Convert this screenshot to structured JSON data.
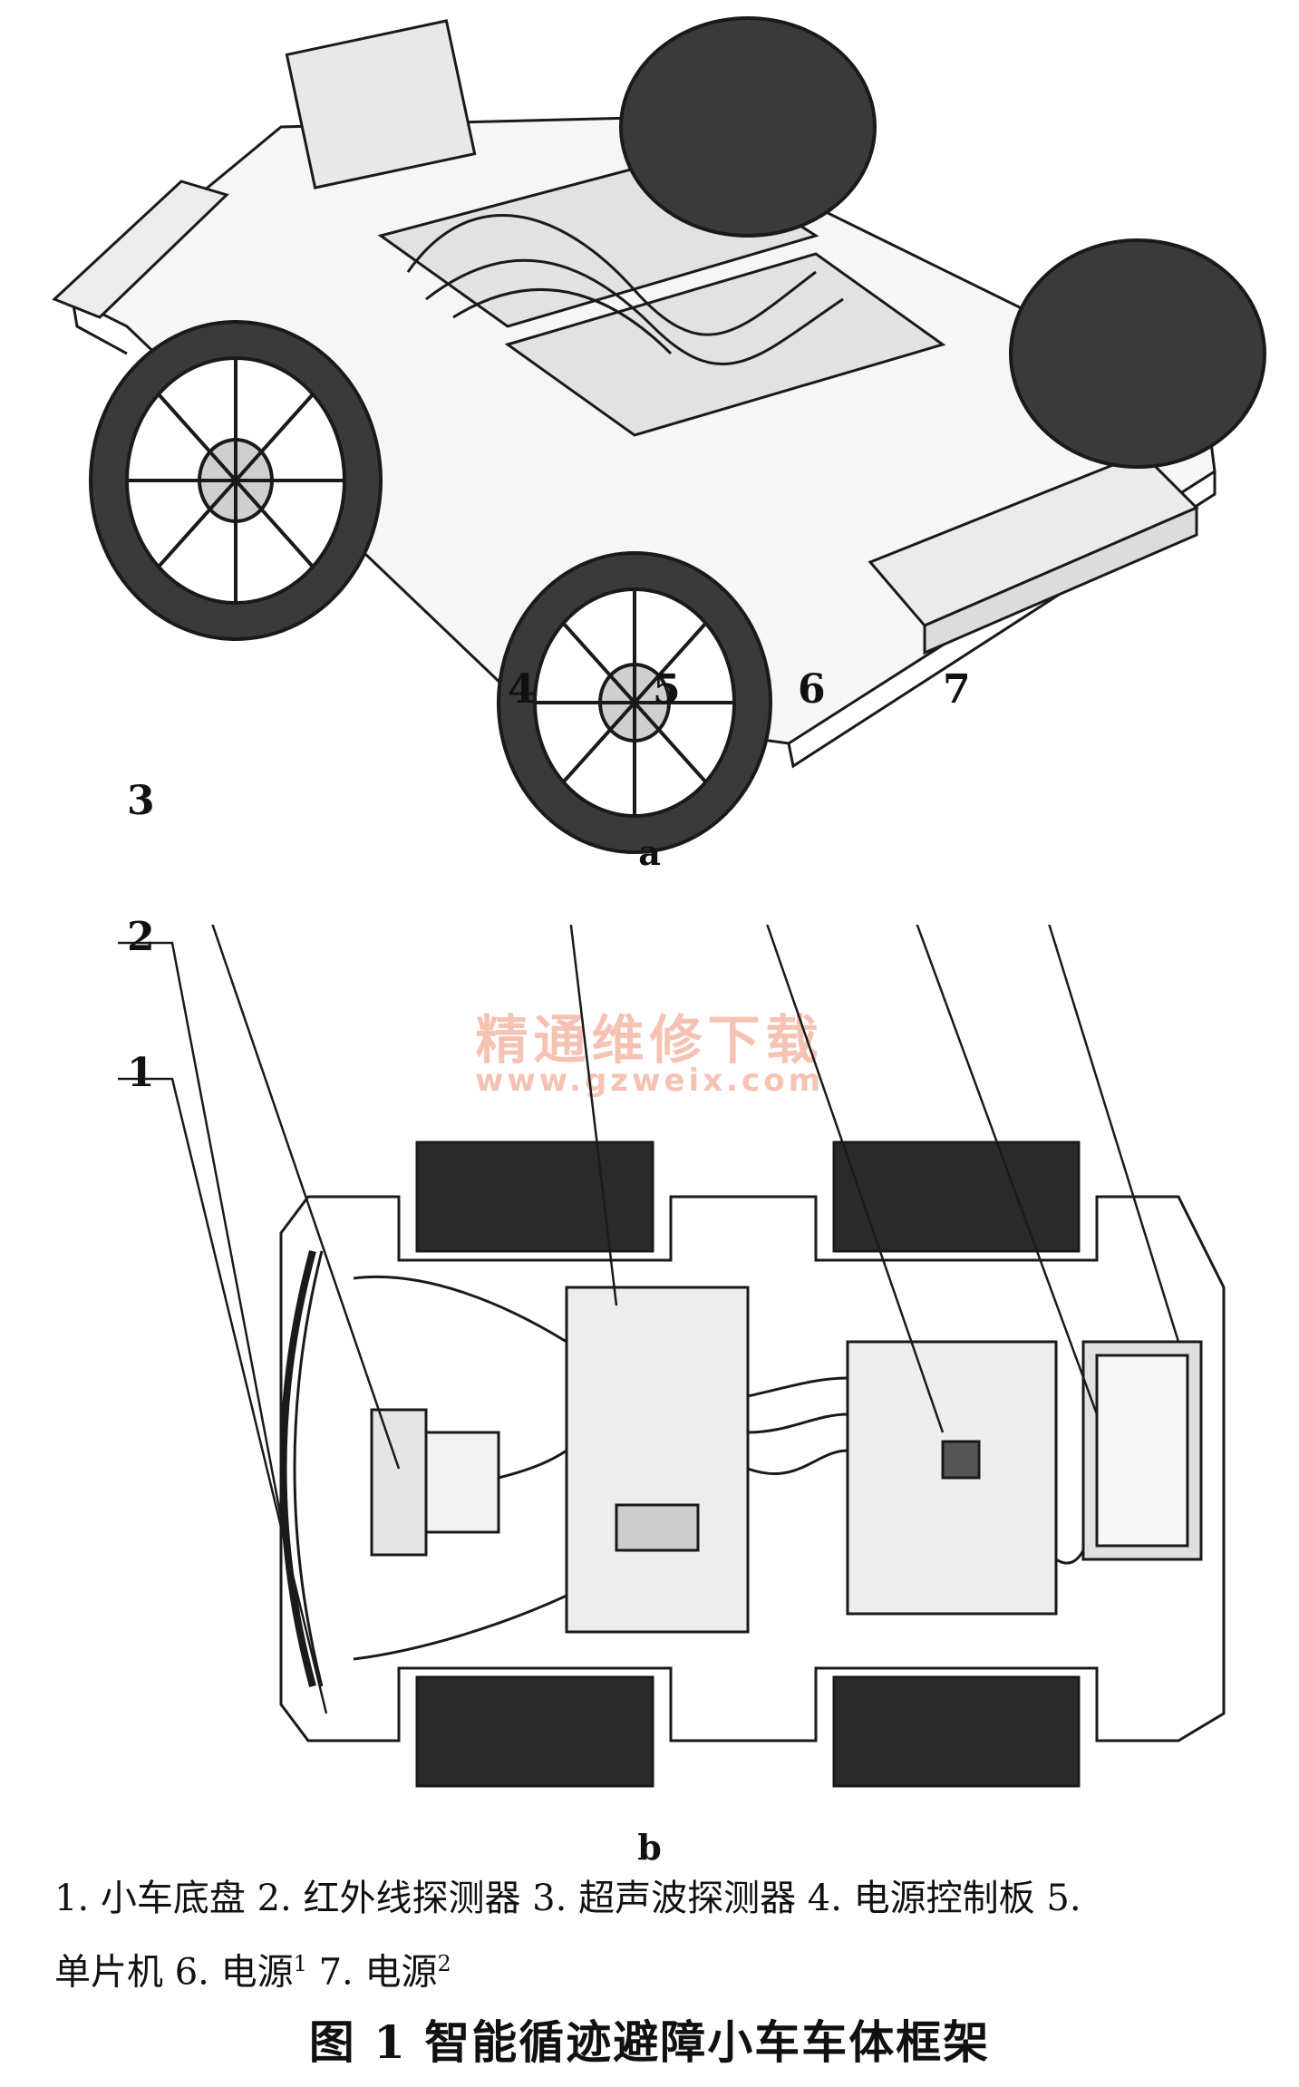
{
  "panel_a_label": "a",
  "panel_b_label": "b",
  "callouts": [
    "1",
    "2",
    "3",
    "4",
    "5",
    "6",
    "7"
  ],
  "watermark": {
    "cn": "精通维修下载",
    "url": "www.gzweix.com"
  },
  "legend": {
    "line1": "1. 小车底盘 2. 红外线探测器 3. 超声波探测器 4. 电源控制板 5.",
    "line2_prefix": "单片机 6. 电源",
    "sup1": "1",
    "line2_mid": " 7. 电源",
    "sup2": "2"
  },
  "figure_title": "图 1    智能循迹避障小车车体框架",
  "colors": {
    "line": "#1a1a1a",
    "watermark": "#f3b3a1",
    "background": "#ffffff"
  }
}
